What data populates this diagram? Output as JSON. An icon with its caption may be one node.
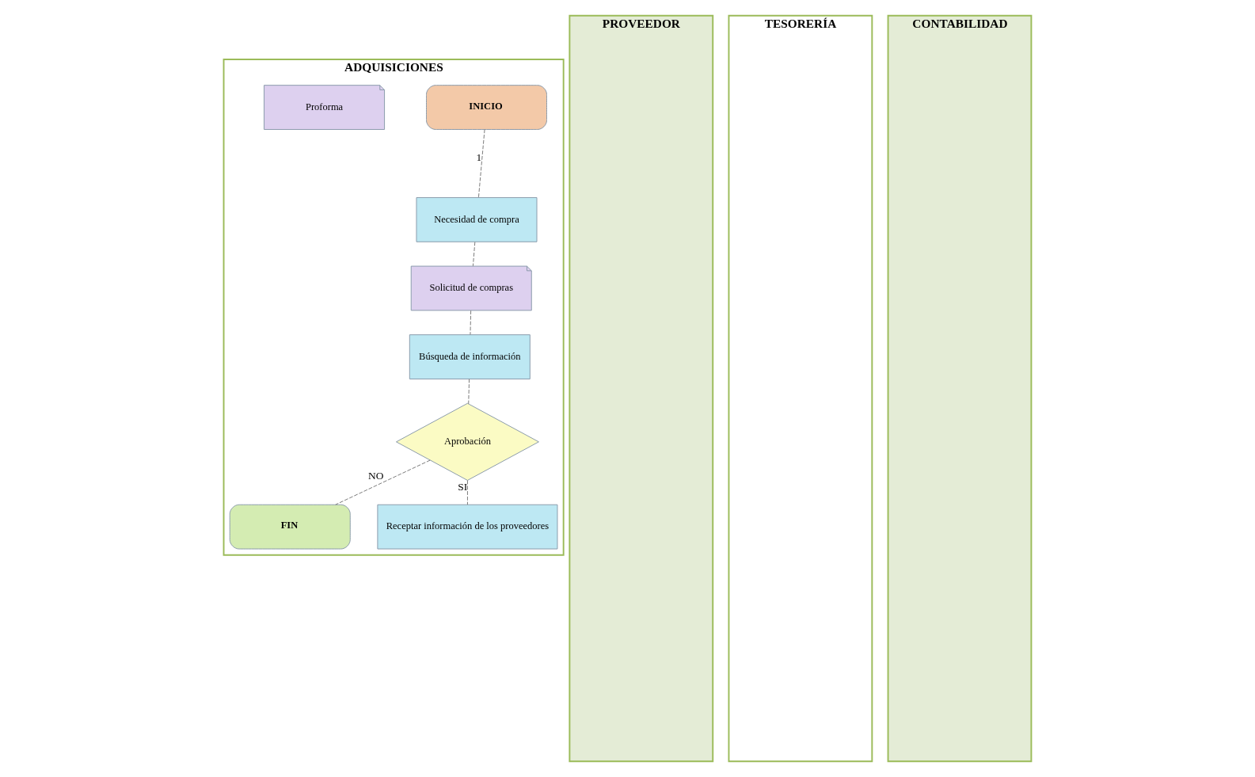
{
  "diagram": {
    "nodes": [
      {
        "text": [
          "ADQUISICIONES"
        ]
      },
      {
        "text": [
          "PROVEEDOR"
        ]
      },
      {
        "text": [
          "TESORERÍA"
        ]
      },
      {
        "text": [
          "CONTABILIDAD"
        ]
      },
      {
        "text": [
          "INICIO"
        ],
        "in": 0
      },
      {
        "text": [
          "Necesidad de compra"
        ],
        "in": 0
      },
      {
        "text": [
          "Solicitud de compras"
        ],
        "in": 0
      },
      {
        "text": [
          "Búsqueda de información"
        ],
        "in": 0
      },
      {
        "text": [
          "Aprobación"
        ],
        "in": 0
      },
      {
        "text": [
          "FIN"
        ],
        "in": 0
      },
      {
        "text": [
          "Receptar información de los proveedores"
        ],
        "in": 0
      },
      {
        "text": [
          "Proforma"
        ],
        "in": 0
      }
    ],
    "edges": [
      {
        "from": 4,
        "to": 5,
        "arrow": "none",
        "style": "dashed",
        "label": "1"
      },
      {
        "from": 5,
        "to": 6,
        "arrow": "none",
        "style": "dashed"
      },
      {
        "from": 6,
        "to": 7,
        "arrow": "none",
        "style": "dashed"
      },
      {
        "from": 7,
        "to": 8,
        "arrow": "none",
        "style": "dashed"
      },
      {
        "from": 8,
        "to": 9,
        "arrow": "none",
        "style": "dashed",
        "label": "NO"
      },
      {
        "from": 8,
        "to": 10,
        "arrow": "none",
        "style": "dashed",
        "label": "SI"
      }
    ]
  }
}
